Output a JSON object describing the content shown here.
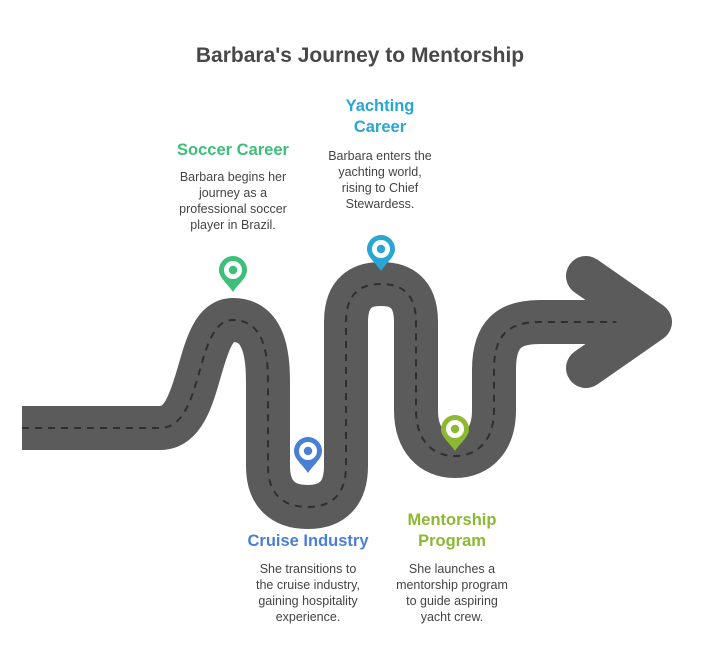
{
  "diagram": {
    "title": "Barbara's Journey to Mentorship",
    "colors": {
      "road": "#5b5b5b",
      "road_dash": "#2f2f2f"
    },
    "milestones": [
      {
        "id": "soccer",
        "title": "Soccer Career",
        "description": "Barbara begins her\njourney as a\nprofessional soccer\nplayer in Brazil.",
        "color": "#3dbf7a",
        "icon": "map-pin-icon"
      },
      {
        "id": "yachting",
        "title": "Yachting\nCareer",
        "description": "Barbara enters the\nyachting world,\nrising to Chief\nStewardess.",
        "color": "#2aa6d4",
        "icon": "map-pin-icon"
      },
      {
        "id": "cruise",
        "title": "Cruise Industry",
        "description": "She transitions to\nthe cruise industry,\ngaining hospitality\nexperience.",
        "color": "#4a7fd6",
        "icon": "map-pin-icon"
      },
      {
        "id": "mentorship",
        "title": "Mentorship\nProgram",
        "description": "She launches a\nmentorship program\nto guide aspiring\nyacht crew.",
        "color": "#8cb832",
        "icon": "map-pin-icon"
      }
    ]
  }
}
